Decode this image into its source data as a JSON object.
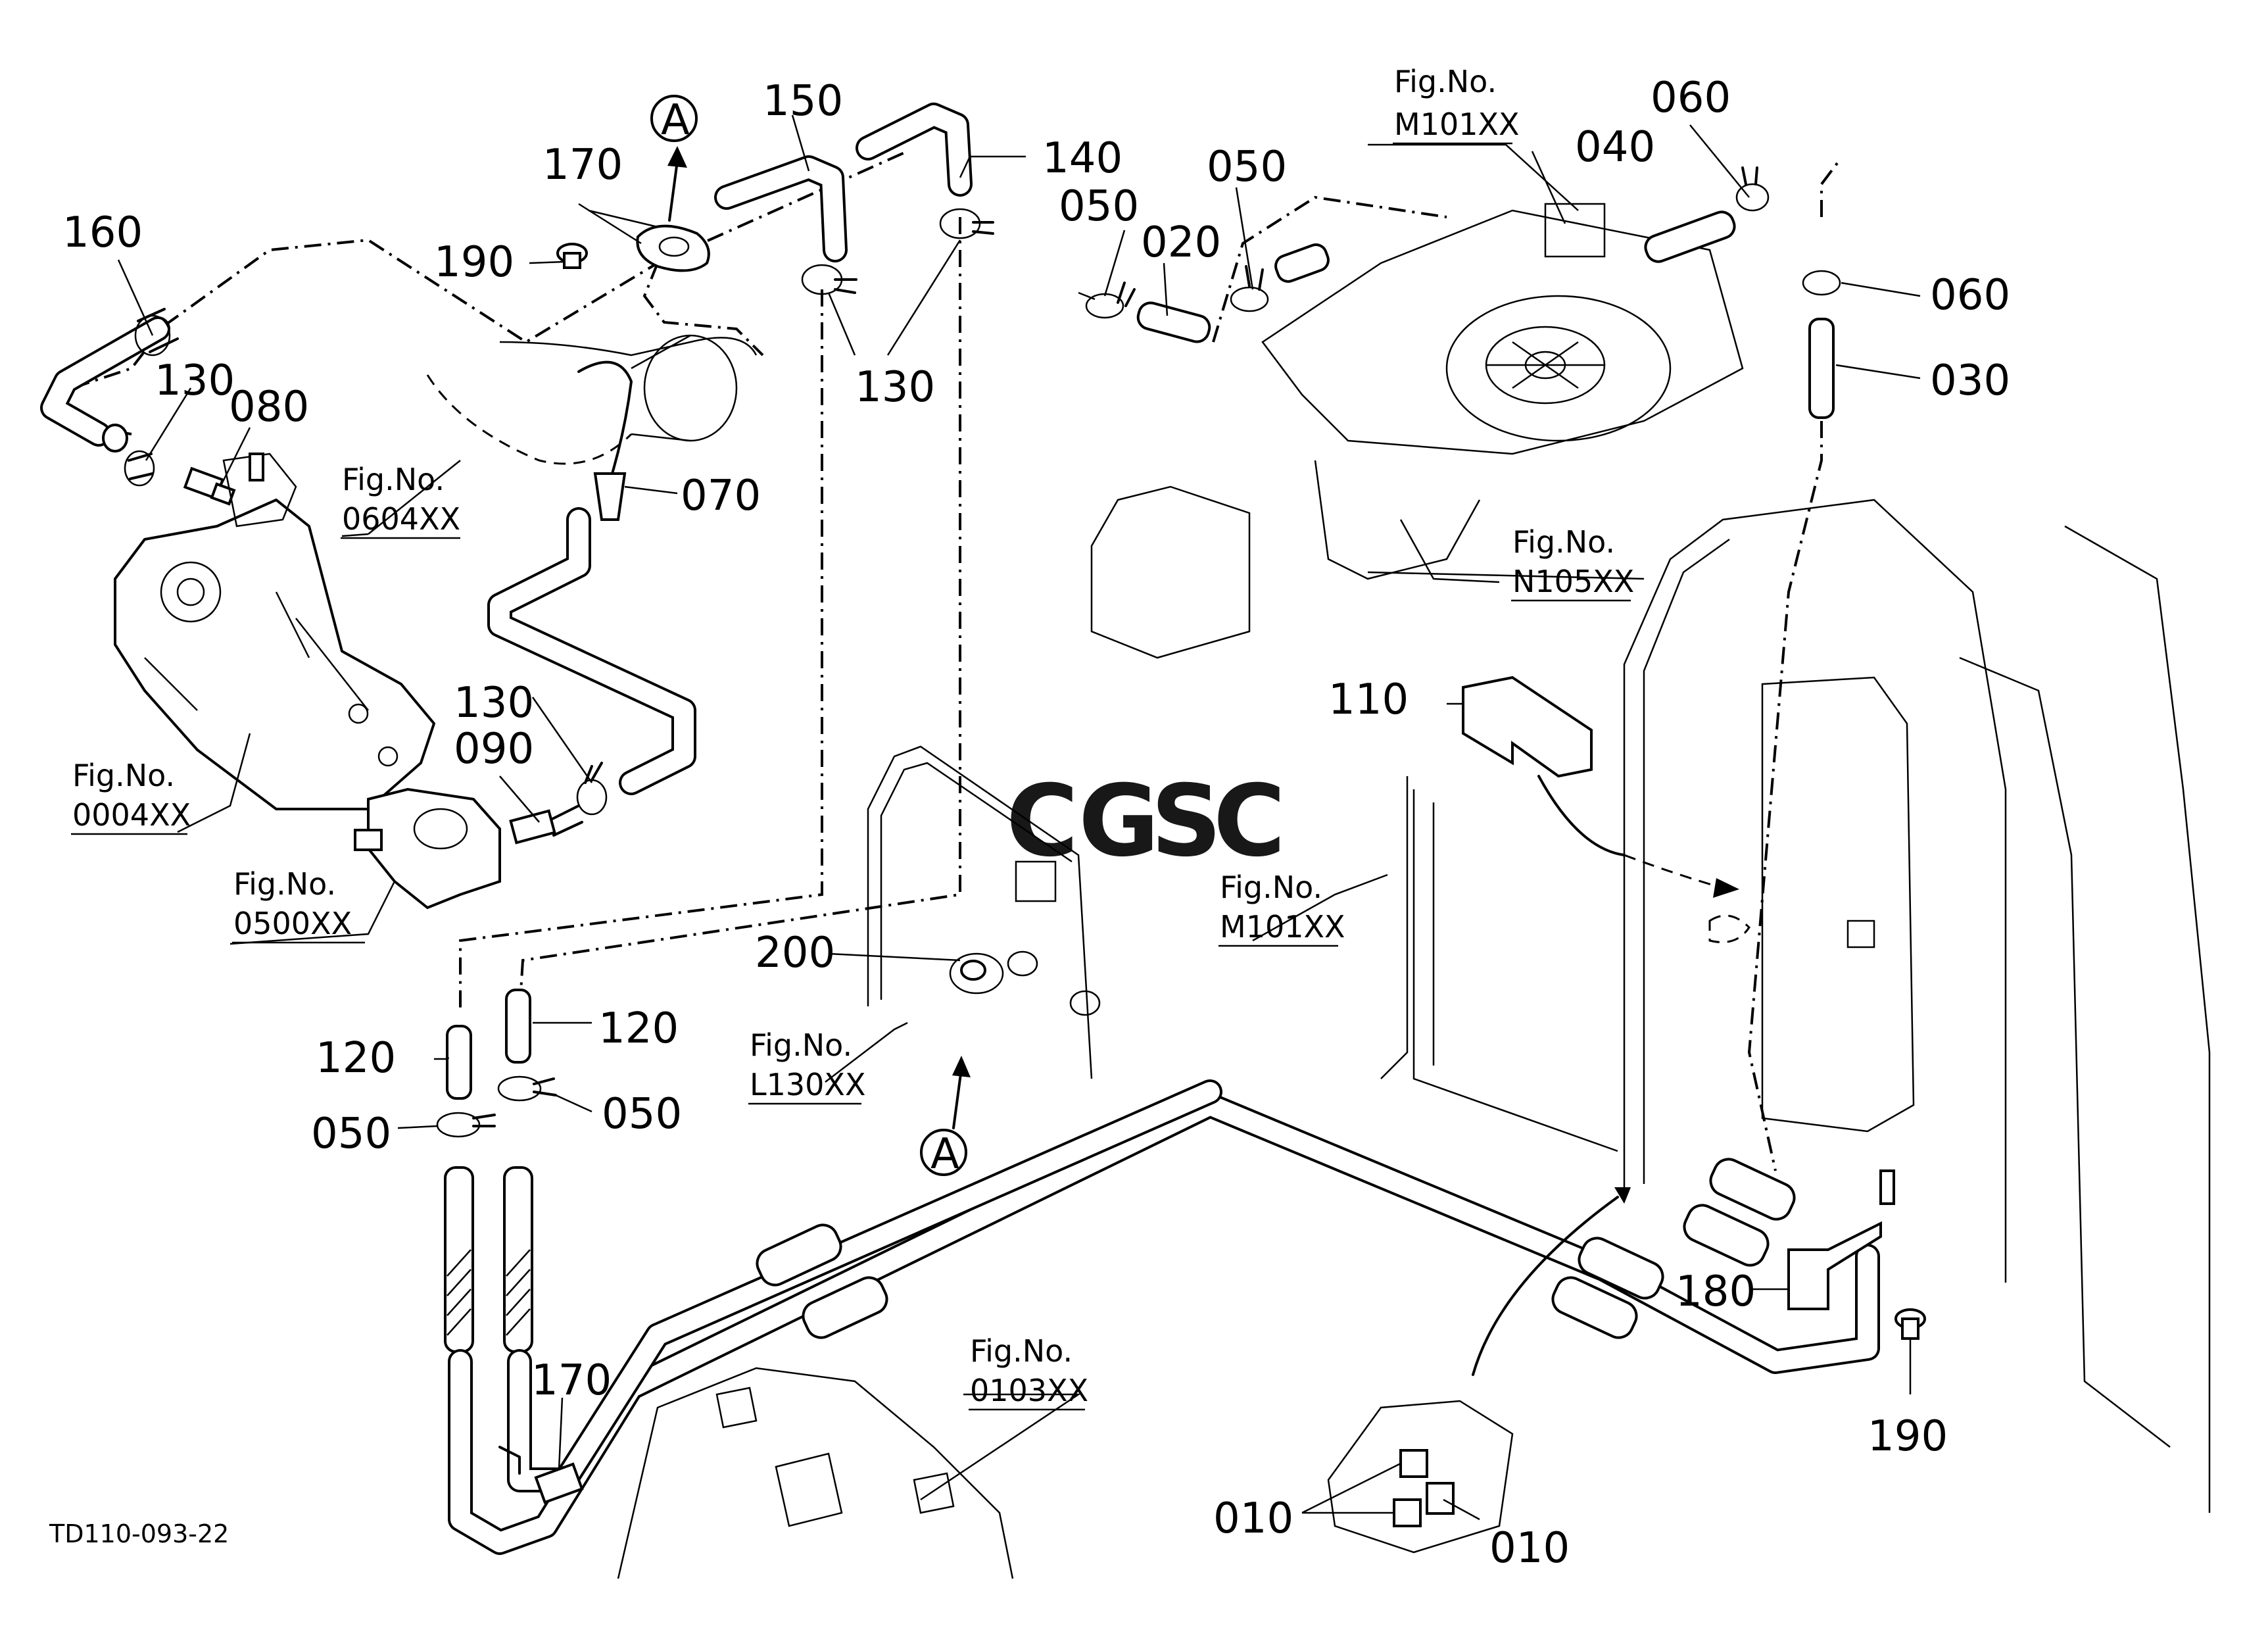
{
  "parts": {
    "p160": "160",
    "p130a": "130",
    "p080": "080",
    "p190a": "190",
    "p170a": "170",
    "p150": "150",
    "p140": "140",
    "p130b": "130",
    "p070": "070",
    "p130c": "130",
    "p090": "090",
    "p050a": "050",
    "p020": "020",
    "p050b": "050",
    "p040": "040",
    "p060a": "060",
    "p060b": "060",
    "p030": "030",
    "p110": "110",
    "p200": "200",
    "p120a": "120",
    "p120b": "120",
    "p050c": "050",
    "p050d": "050",
    "p170b": "170",
    "p180": "180",
    "p190b": "190",
    "p010a": "010",
    "p010b": "010"
  },
  "figs": {
    "f0604": {
      "label": "Fig.No.",
      "code": "0604XX"
    },
    "f0004": {
      "label": "Fig.No.",
      "code": "0004XX"
    },
    "f0500": {
      "label": "Fig.No.",
      "code": "0500XX"
    },
    "fM101a": {
      "label": "Fig.No.",
      "code": "M101XX"
    },
    "fN105": {
      "label": "Fig.No.",
      "code": "N105XX"
    },
    "fM101b": {
      "label": "Fig.No.",
      "code": "M101XX"
    },
    "fL130": {
      "label": "Fig.No.",
      "code": "L130XX"
    },
    "f0103": {
      "label": "Fig.No.",
      "code": "0103XX"
    }
  },
  "callouts": {
    "a_top": "A",
    "a_bottom": "A"
  },
  "watermark": {
    "text": "CGSC",
    "colors": [
      "#4f86d8",
      "#e4685c",
      "#f4c84a",
      "#4fae6f"
    ]
  },
  "drawing_code": "TD110-093-22"
}
